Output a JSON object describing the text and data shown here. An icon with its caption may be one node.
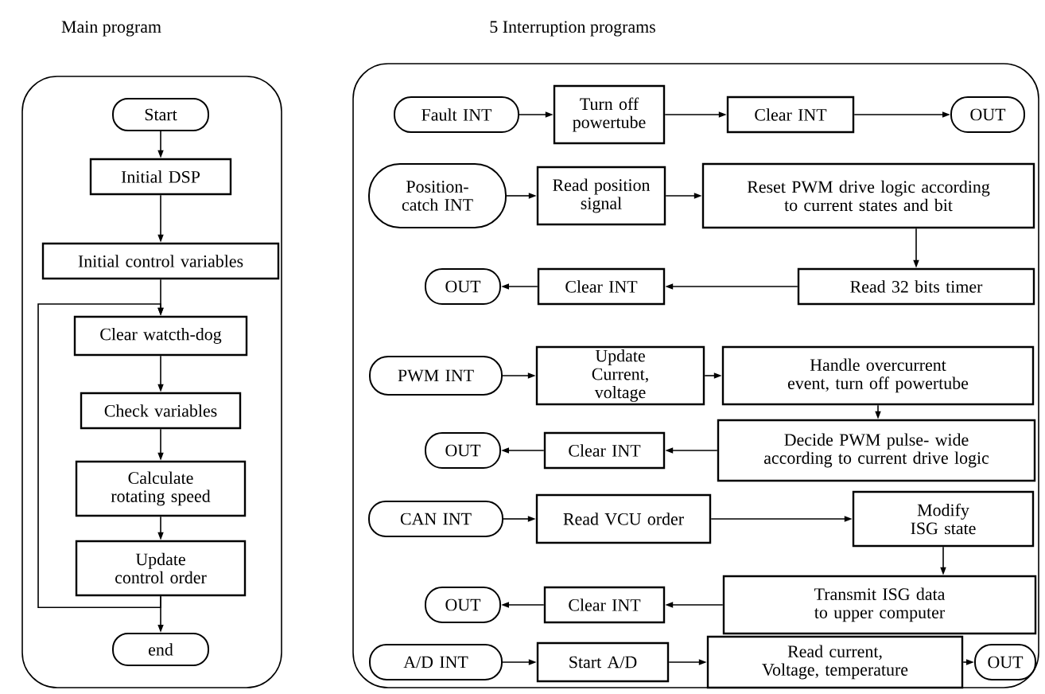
{
  "diagram": {
    "nodes": [
      {
        "text": [
          "Main program"
        ]
      },
      {
        "text": [
          "Start"
        ],
        "in": 0
      },
      {
        "text": [
          "Initial DSP"
        ],
        "in": 0
      },
      {
        "text": [
          "Initial control variables"
        ],
        "in": 0
      },
      {
        "text": [
          "Clear watcth-dog"
        ],
        "in": 0
      },
      {
        "text": [
          "Check variables"
        ],
        "in": 0
      },
      {
        "text": [
          "Calculate rotating speed"
        ],
        "in": 0
      },
      {
        "text": [
          "Update control order"
        ],
        "in": 0
      },
      {
        "text": [
          "end"
        ],
        "in": 0
      },
      {
        "text": [
          "5 Interruption programs"
        ]
      },
      {
        "text": [
          "Fault  INT"
        ],
        "in": 9
      },
      {
        "text": [
          "Turn off powertube"
        ],
        "in": 9
      },
      {
        "text": [
          "Clear INT"
        ],
        "in": 9
      },
      {
        "text": [
          "OUT"
        ],
        "in": 9
      },
      {
        "text": [
          "Position-catch INT"
        ],
        "in": 9
      },
      {
        "text": [
          "Read position signal"
        ],
        "in": 9
      },
      {
        "text": [
          "Reset PWM drive logic according to current states and bit"
        ],
        "in": 9
      },
      {
        "text": [
          "OUT"
        ],
        "in": 9
      },
      {
        "text": [
          "Clear INT"
        ],
        "in": 9
      },
      {
        "text": [
          "Read 32 bits timer"
        ],
        "in": 9
      },
      {
        "text": [
          "PWM INT"
        ],
        "in": 9
      },
      {
        "text": [
          "Update Current, voltage"
        ],
        "in": 9
      },
      {
        "text": [
          "Handle overcurrent event, turn off powertube"
        ],
        "in": 9
      },
      {
        "text": [
          "OUT"
        ],
        "in": 9
      },
      {
        "text": [
          "Clear INT"
        ],
        "in": 9
      },
      {
        "text": [
          "Decide PWM pulse- wide according to current drive logic"
        ],
        "in": 9
      },
      {
        "text": [
          "CAN INT"
        ],
        "in": 9
      },
      {
        "text": [
          "Read VCU order"
        ],
        "in": 9
      },
      {
        "text": [
          "Modify ISG state"
        ],
        "in": 9
      },
      {
        "text": [
          "OUT"
        ],
        "in": 9
      },
      {
        "text": [
          "Clear INT"
        ],
        "in": 9
      },
      {
        "text": [
          "Transmit ISG data to upper computer"
        ],
        "in": 9
      },
      {
        "text": [
          "A/D INT"
        ],
        "in": 9
      },
      {
        "text": [
          "Start A/D"
        ],
        "in": 9
      },
      {
        "text": [
          "Read current, Voltage, temperature"
        ],
        "in": 9
      },
      {
        "text": [
          "OUT"
        ],
        "in": 9
      }
    ],
    "edges": [
      {
        "from": 1,
        "to": 2,
        "arrow": "to"
      },
      {
        "from": 2,
        "to": 3,
        "arrow": "to"
      },
      {
        "from": 3,
        "to": 4,
        "arrow": "to"
      },
      {
        "from": 4,
        "to": 5,
        "arrow": "to"
      },
      {
        "from": 5,
        "to": 6,
        "arrow": "to"
      },
      {
        "from": 6,
        "to": 7,
        "arrow": "to"
      },
      {
        "from": 7,
        "to": 8,
        "arrow": "to"
      },
      {
        "from": 7,
        "to": 4,
        "arrow": "to"
      },
      {
        "from": 10,
        "to": 11,
        "arrow": "to"
      },
      {
        "from": 11,
        "to": 12,
        "arrow": "to"
      },
      {
        "from": 12,
        "to": 13,
        "arrow": "to"
      },
      {
        "from": 14,
        "to": 15,
        "arrow": "to"
      },
      {
        "from": 15,
        "to": 16,
        "arrow": "to"
      },
      {
        "from": 16,
        "to": 19,
        "arrow": "to"
      },
      {
        "from": 19,
        "to": 18,
        "arrow": "to"
      },
      {
        "from": 18,
        "to": 17,
        "arrow": "to"
      },
      {
        "from": 20,
        "to": 21,
        "arrow": "to"
      },
      {
        "from": 21,
        "to": 22,
        "arrow": "to"
      },
      {
        "from": 22,
        "to": 25,
        "arrow": "to"
      },
      {
        "from": 25,
        "to": 24,
        "arrow": "to"
      },
      {
        "from": 24,
        "to": 23,
        "arrow": "to"
      },
      {
        "from": 26,
        "to": 27,
        "arrow": "to"
      },
      {
        "from": 27,
        "to": 28,
        "arrow": "to"
      },
      {
        "from": 28,
        "to": 31,
        "arrow": "to"
      },
      {
        "from": 31,
        "to": 30,
        "arrow": "to"
      },
      {
        "from": 30,
        "to": 29,
        "arrow": "to"
      },
      {
        "from": 32,
        "to": 33,
        "arrow": "to"
      },
      {
        "from": 33,
        "to": 34,
        "arrow": "to"
      },
      {
        "from": 34,
        "to": 35,
        "arrow": "to"
      }
    ]
  }
}
